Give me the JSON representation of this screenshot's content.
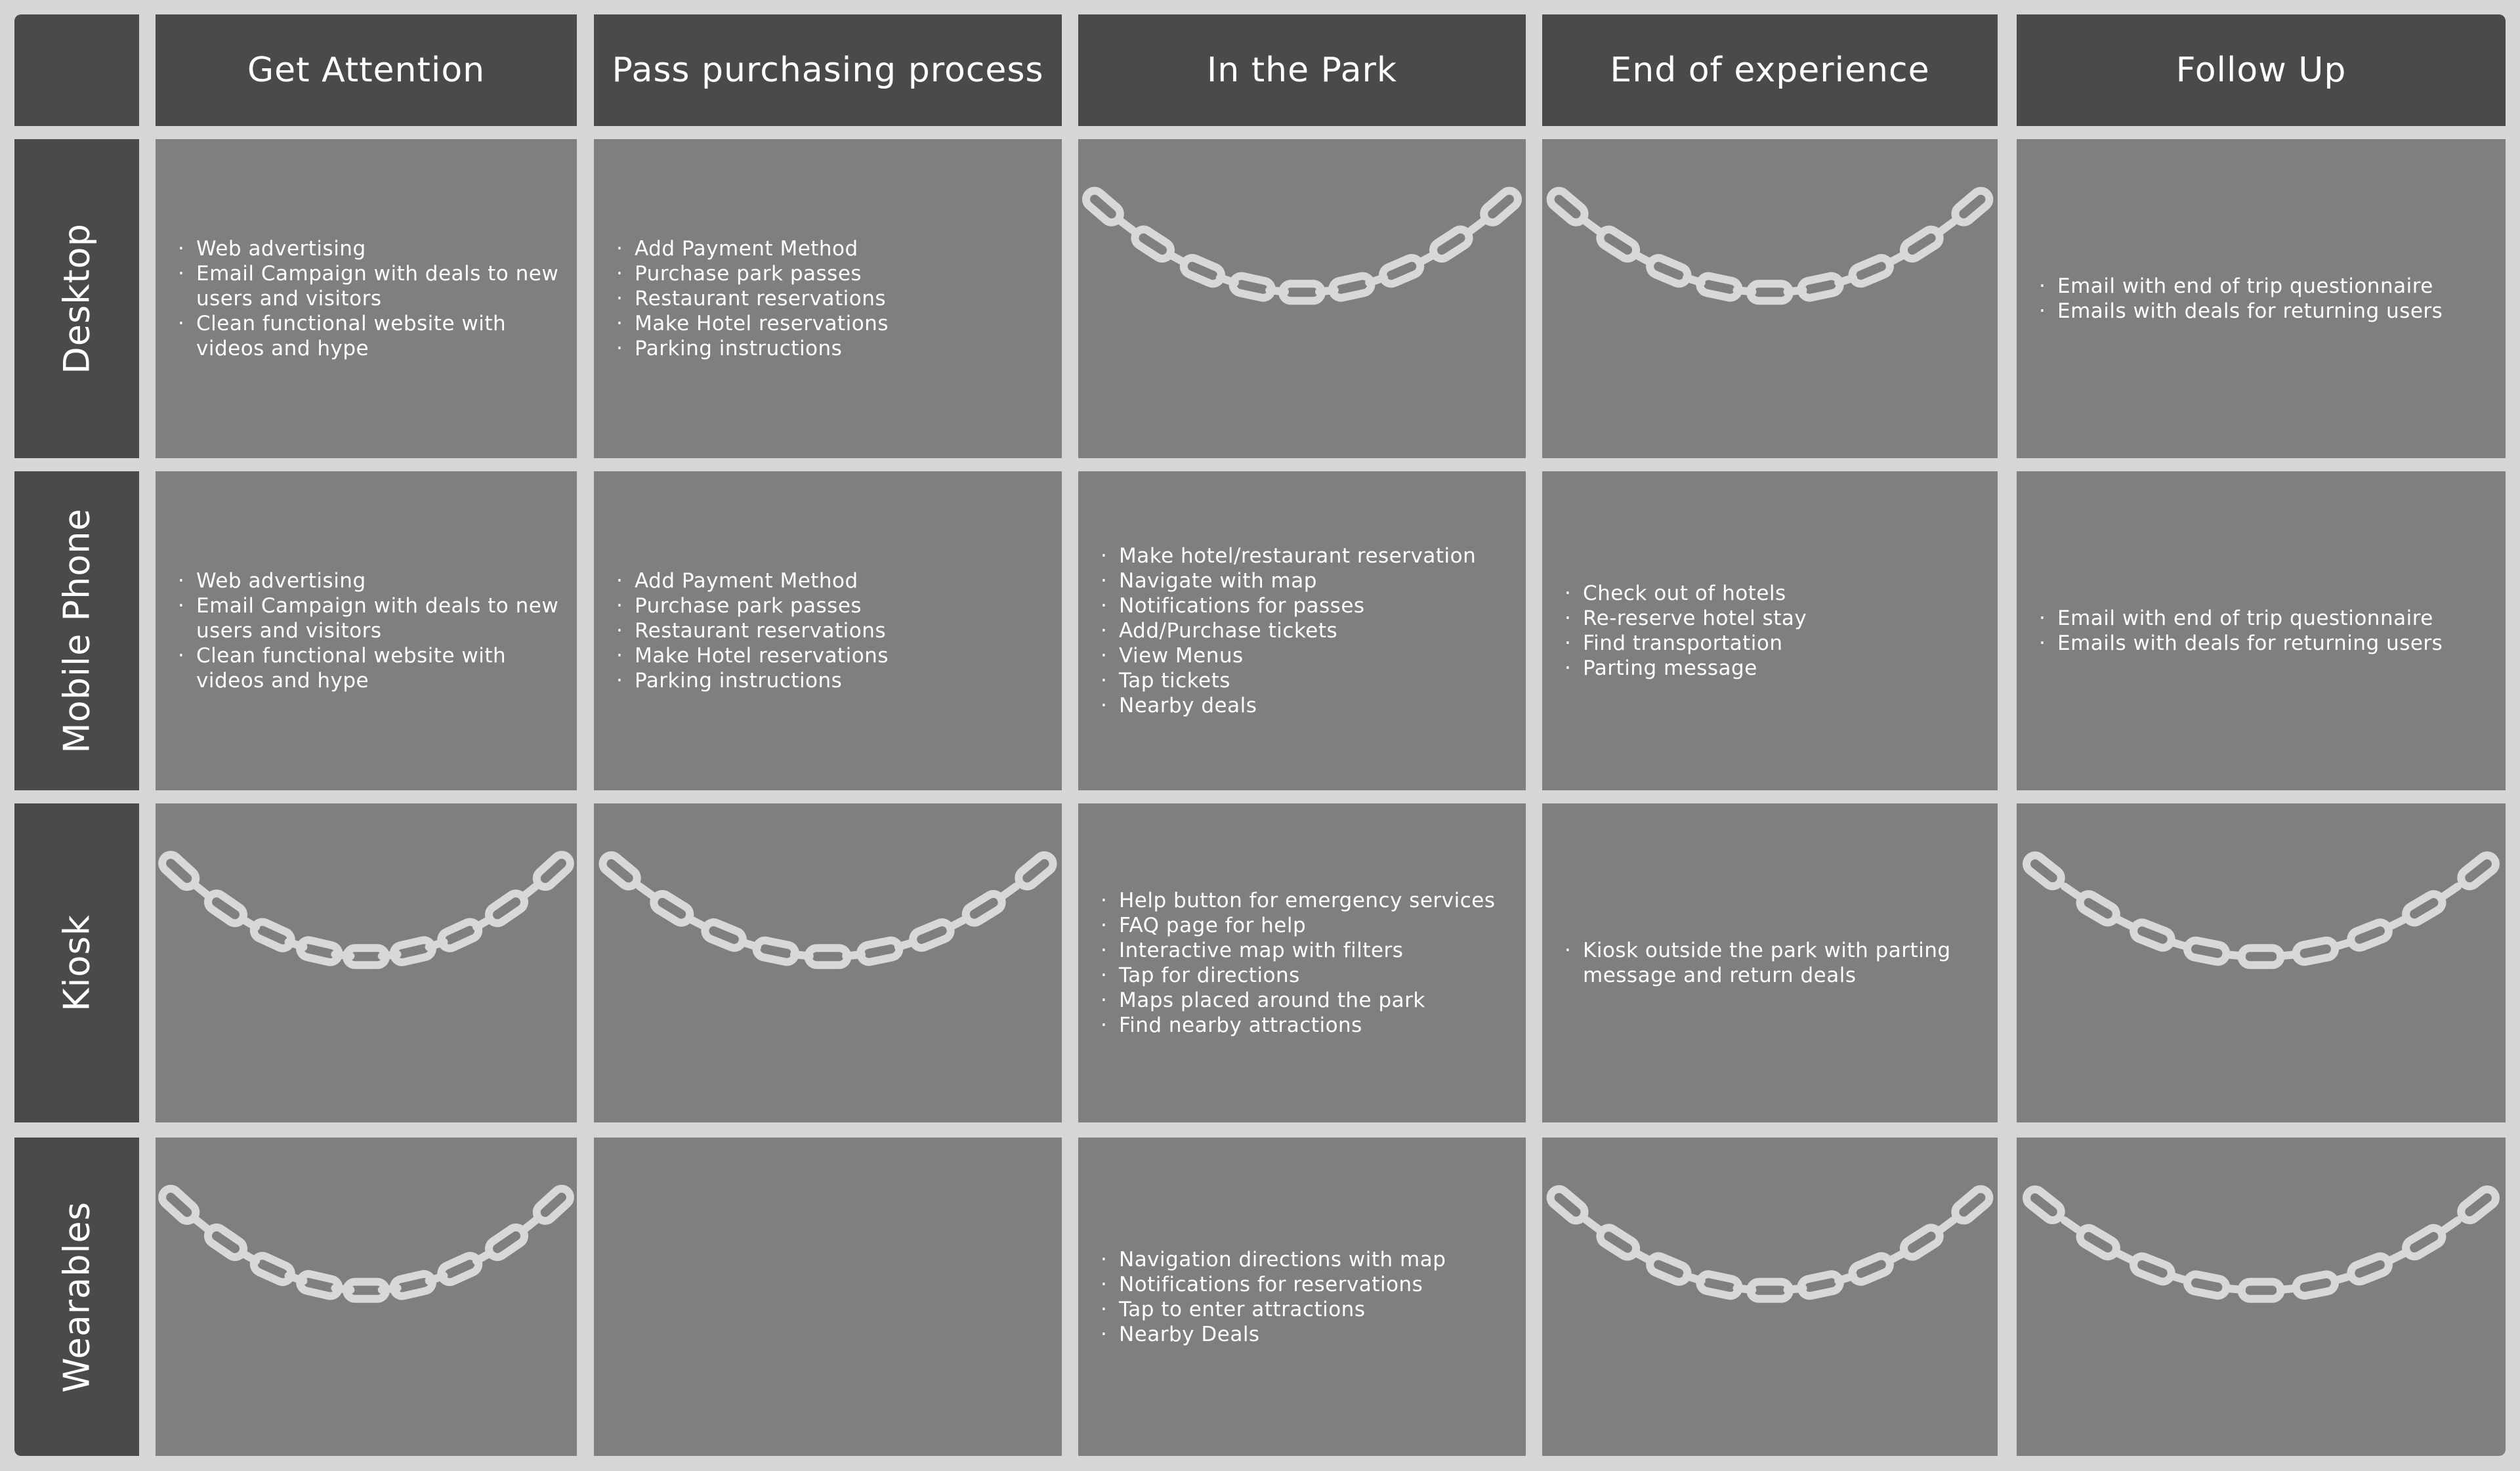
{
  "corner": "",
  "columns": [
    {
      "id": "get-attention",
      "title": "Get Attention"
    },
    {
      "id": "pass-purchasing",
      "title": "Pass purchasing process"
    },
    {
      "id": "in-the-park",
      "title": "In the Park"
    },
    {
      "id": "end-of-experience",
      "title": "End of experience"
    },
    {
      "id": "follow-up",
      "title": "Follow Up"
    }
  ],
  "rows": [
    {
      "id": "desktop",
      "label": "Desktop",
      "cells": [
        {
          "kind": "list",
          "items": [
            "Web advertising",
            "Email Campaign with deals to new users and visitors",
            "Clean functional website with videos and hype"
          ]
        },
        {
          "kind": "list",
          "items": [
            "Add Payment Method",
            "Purchase park passes",
            "Restaurant reservations",
            "Make Hotel reservations",
            "Parking instructions"
          ]
        },
        {
          "kind": "chain",
          "icon": "chain-icon"
        },
        {
          "kind": "chain",
          "icon": "chain-icon"
        },
        {
          "kind": "list",
          "items": [
            "Email with end of trip questionnaire",
            "Emails with deals for returning users"
          ]
        }
      ]
    },
    {
      "id": "mobile-phone",
      "label": "Mobile Phone",
      "cells": [
        {
          "kind": "list",
          "items": [
            "Web advertising",
            "Email Campaign with deals to new users and visitors",
            "Clean functional website with videos and hype"
          ]
        },
        {
          "kind": "list",
          "items": [
            "Add Payment Method",
            "Purchase park passes",
            "Restaurant reservations",
            "Make Hotel reservations",
            "Parking instructions"
          ]
        },
        {
          "kind": "list",
          "items": [
            "Make hotel/restaurant reservation",
            "Navigate with map",
            "Notifications for passes",
            "Add/Purchase tickets",
            "View Menus",
            "Tap tickets",
            "Nearby deals"
          ]
        },
        {
          "kind": "list",
          "items": [
            "Check out of hotels",
            "Re-reserve hotel stay",
            "Find transportation",
            "Parting message"
          ]
        },
        {
          "kind": "list",
          "items": [
            "Email with end of trip questionnaire",
            "Emails with deals for returning users"
          ]
        }
      ]
    },
    {
      "id": "kiosk",
      "label": "Kiosk",
      "cells": [
        {
          "kind": "chain",
          "icon": "chain-icon"
        },
        {
          "kind": "chain",
          "icon": "chain-icon"
        },
        {
          "kind": "list",
          "items": [
            "Help button for emergency services",
            "FAQ page for help",
            "Interactive map with filters",
            "Tap for directions",
            "Maps placed around the park",
            "Find nearby attractions"
          ]
        },
        {
          "kind": "list",
          "items": [
            "Kiosk outside the park with parting message and return deals"
          ]
        },
        {
          "kind": "chain",
          "icon": "chain-icon"
        }
      ]
    },
    {
      "id": "wearables",
      "label": "Wearables",
      "cells": [
        {
          "kind": "chain",
          "icon": "chain-icon"
        },
        {
          "kind": "empty"
        },
        {
          "kind": "list",
          "items": [
            "Navigation directions with map",
            "Notifications for reservations",
            "Tap to enter attractions",
            "Nearby Deals"
          ]
        },
        {
          "kind": "chain",
          "icon": "chain-icon"
        },
        {
          "kind": "chain",
          "icon": "chain-icon"
        }
      ]
    }
  ],
  "colors": {
    "header_bg": "#4a4a4a",
    "cell_bg": "#7f7f7f",
    "gridline": "#d6d6d6",
    "chain": "#d8d8d8",
    "text": "#ffffff"
  }
}
